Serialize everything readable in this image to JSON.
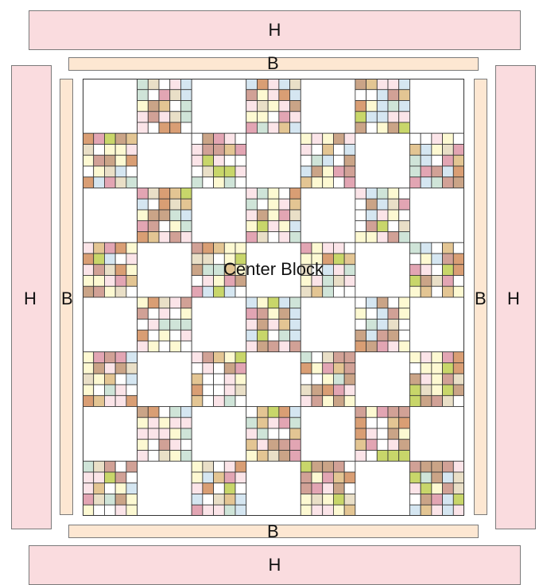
{
  "labels": {
    "border_outer": "H",
    "border_inner": "B",
    "center": "Center Block"
  },
  "quilt": {
    "rows": 8,
    "cols": 7,
    "nine_patch_grid": 5
  },
  "colors": {
    "outer_border": "#fadcdf",
    "inner_border": "#fde7d2",
    "outline": "#333333",
    "palette": [
      "#ffffff",
      "#ffffff",
      "#fbe4e8",
      "#fbe4e8",
      "#fdf9d2",
      "#fdf9d2",
      "#d5e6f1",
      "#cfe4d8",
      "#e9dfc7",
      "#e3c593",
      "#d1a196",
      "#caa487",
      "#c8d66a",
      "#e2a5b3",
      "#d99e74"
    ]
  }
}
